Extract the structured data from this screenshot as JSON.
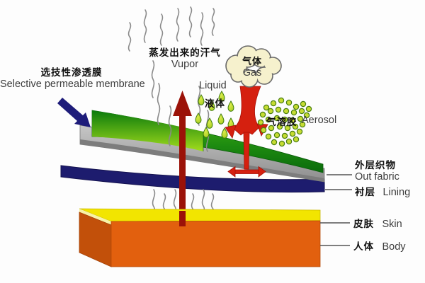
{
  "page": {
    "background": "#fdfdfd",
    "corner_fragment": "..... ... . ........ ..."
  },
  "labels": {
    "vapor": {
      "zh": "蒸发出来的汗气",
      "en": "Vupor"
    },
    "membrane": {
      "zh": "选技性渗透膜",
      "en": "Selective permeable membrane"
    },
    "liquid": {
      "en": "Liquid",
      "zh": "液体"
    },
    "gas": {
      "zh": "气体",
      "en": "Gas"
    },
    "aerosol": {
      "zh": "气溶胶",
      "en": "Aerosol"
    },
    "out_fabric": {
      "zh": "外层织物",
      "en": "Out fabric"
    },
    "lining": {
      "zh": "衬层",
      "en": "Lining"
    },
    "skin": {
      "zh": "皮肤",
      "en": "Skin"
    },
    "body": {
      "zh": "人体",
      "en": "Body"
    }
  },
  "colors": {
    "membrane_green_light": "#9ADC1C",
    "membrane_green_dark": "#0B6E0E",
    "out_fabric_gray": "#A9A9A9",
    "lining_navy": "#1D1C6E",
    "skin_yellow": "#F2E500",
    "body_orange": "#E2600E",
    "vapor_arrow_red": "#9B1208",
    "gas_stream_red": "#D5200F",
    "membrane_arrow_navy": "#1E1C7A",
    "droplet_green": "#BBDB2E",
    "cloud_cream": "#F6F1CD"
  }
}
